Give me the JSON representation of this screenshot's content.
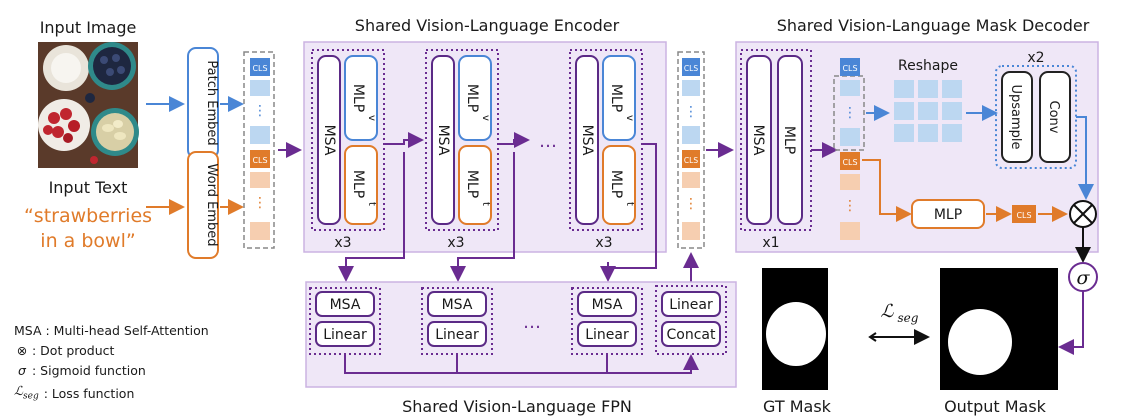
{
  "titles": {
    "input_image": "Input Image",
    "encoder": "Shared Vision-Language Encoder",
    "decoder": "Shared Vision-Language Mask Decoder",
    "fpn": "Shared Vision-Language FPN",
    "gt_mask": "GT Mask",
    "output_mask": "Output Mask"
  },
  "input_text": {
    "label": "Input Text",
    "line1": "“strawberries",
    "line2": "in a bowl”"
  },
  "embed": {
    "patch": "Patch Embed",
    "word": "Word Embed"
  },
  "tokens": {
    "cls": "CLS",
    "dots": "⋮"
  },
  "encoder_blocks": {
    "msa": "MSA",
    "mlp": "MLP",
    "sub_v": "v",
    "sub_t": "t",
    "repeat": "x3",
    "ellipsis": "…"
  },
  "decoder": {
    "msa": "MSA",
    "mlp": "MLP",
    "repeat": "x1",
    "reshape": "Reshape",
    "upsample": "Upsample",
    "conv": "Conv",
    "up_repeat": "x2",
    "mlp_head": "MLP",
    "dot": "⊗",
    "sigmoid": "σ"
  },
  "fpn": {
    "msa": "MSA",
    "linear": "Linear",
    "concat": "Concat",
    "ellipsis": "…"
  },
  "loss": {
    "symbol": "ℒ",
    "sub": "seg",
    "arrow": "⟷"
  },
  "legend": [
    {
      "symbol": "",
      "text": "MSA : Multi-head Self-Attention"
    },
    {
      "symbol": "⊗",
      "text": ": Dot product"
    },
    {
      "symbol": "σ",
      "text": ": Sigmoid function"
    },
    {
      "symbol": "ℒ",
      "sub": "seg",
      "text": ": Loss function"
    }
  ],
  "colors": {
    "blue": "#4a86d6",
    "light_blue": "#bcd7f1",
    "orange": "#e07b2a",
    "light_orange": "#f6ceb0",
    "purple": "#6a2c91",
    "panel": "#efe7f7",
    "panel_border": "#cbb3e2"
  }
}
